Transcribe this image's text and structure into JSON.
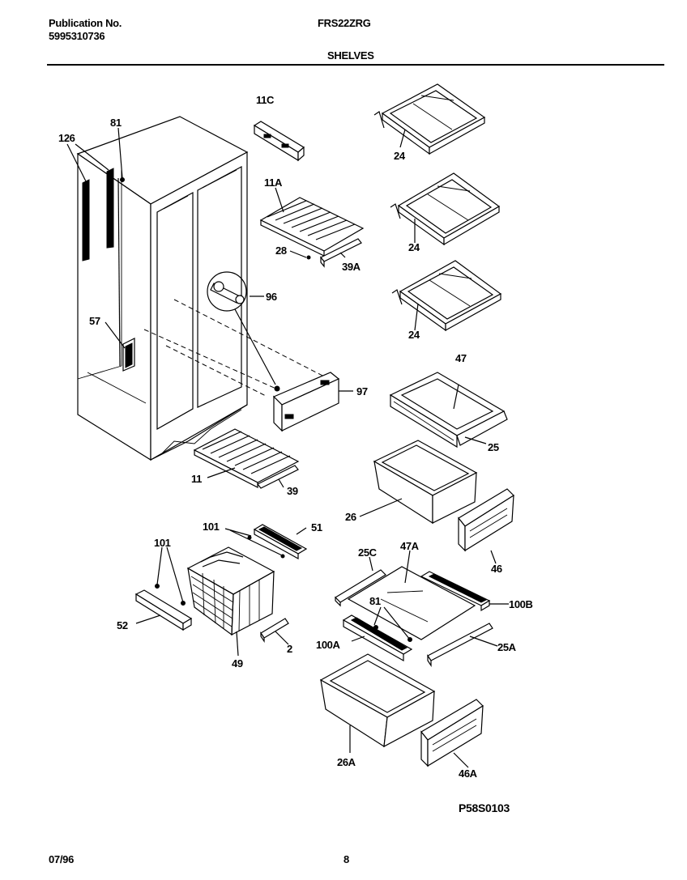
{
  "header": {
    "publication_label": "Publication No.",
    "publication_number": "5995310736",
    "model": "FRS22ZRG",
    "section": "SHELVES"
  },
  "footer": {
    "date": "07/96",
    "page": "8",
    "figure_code": "P58S0103"
  },
  "callouts": {
    "c11C": "11C",
    "c81a": "81",
    "c126": "126",
    "c11A": "11A",
    "c28": "28",
    "c39A": "39A",
    "c96": "96",
    "c57": "57",
    "c97": "97",
    "c11": "11",
    "c39": "39",
    "c24a": "24",
    "c24b": "24",
    "c24c": "24",
    "c47": "47",
    "c25": "25",
    "c26": "26",
    "c46": "46",
    "c101a": "101",
    "c51": "51",
    "c101b": "101",
    "c52": "52",
    "c49": "49",
    "c2": "2",
    "c25C": "25C",
    "c47A": "47A",
    "c81b": "81",
    "c100B": "100B",
    "c100A": "100A",
    "c25A": "25A",
    "c26A": "26A",
    "c46A": "46A"
  }
}
